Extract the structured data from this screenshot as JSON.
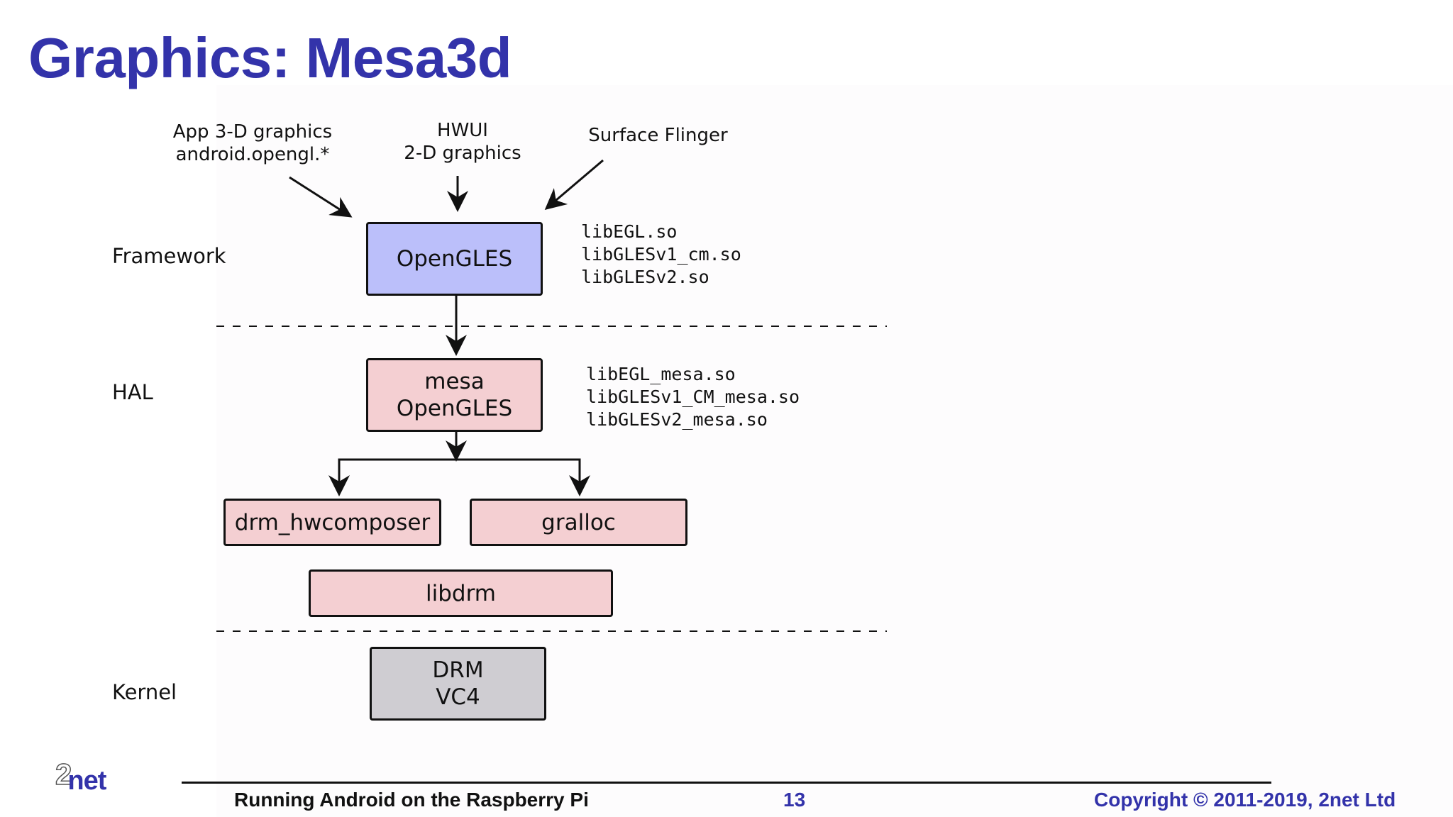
{
  "slide": {
    "title": "Graphics: Mesa3d"
  },
  "inputs": {
    "app": [
      "App 3-D graphics",
      "android.opengl.*"
    ],
    "hwui": [
      "HWUI",
      "2-D graphics"
    ],
    "surface_flinger": "Surface Flinger"
  },
  "layers": {
    "framework": "Framework",
    "hal": "HAL",
    "kernel": "Kernel"
  },
  "boxes": {
    "opengles": "OpenGLES",
    "mesa": [
      "mesa",
      "OpenGLES"
    ],
    "drm_hwcomposer": "drm_hwcomposer",
    "gralloc": "gralloc",
    "libdrm": "libdrm",
    "drm": [
      "DRM",
      "VC4"
    ]
  },
  "libraries": {
    "framework": [
      "libEGL.so",
      "libGLESv1_cm.so",
      "libGLESv2.so"
    ],
    "hal": [
      "libEGL_mesa.so",
      "libGLESv1_CM_mesa.so",
      "libGLESv2_mesa.so"
    ]
  },
  "colors": {
    "title": "#3333aa",
    "framework_box": "#bbbffa",
    "hal_box": "#f4cfd2",
    "kernel_box": "#cfcdd2",
    "footer_accent": "#3333aa"
  },
  "footer": {
    "talk_title": "Running Android on the Raspberry Pi",
    "page_number": "13",
    "copyright": "Copyright © 2011-2019, 2net Ltd",
    "logo_two": "2",
    "logo_net": "net"
  }
}
